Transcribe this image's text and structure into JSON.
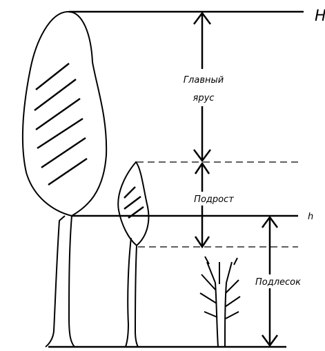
{
  "labels": {
    "H": "H",
    "h": "h",
    "main_tier_line1": "Главный",
    "main_tier_line2": "ярус",
    "regrowth": "Подрост",
    "undergrowth": "Подлесок"
  }
}
